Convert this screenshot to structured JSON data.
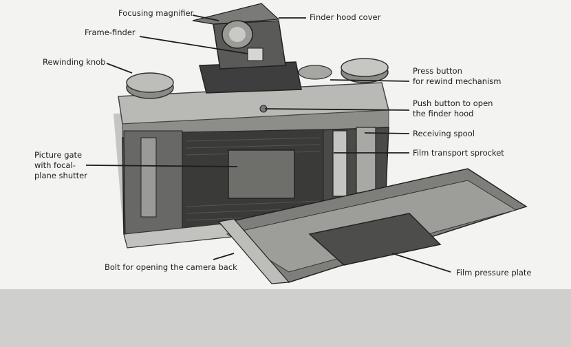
{
  "labels": {
    "focusing_magnifier": "Focusing magnifier",
    "finder_hood_cover": "Finder hood cover",
    "frame_finder": "Frame-finder",
    "rewinding_knob": "Rewinding knob",
    "press_button_rewind": [
      "Press button",
      "for rewind mechanism"
    ],
    "push_button_finder": [
      "Push button to open",
      "the finder hood"
    ],
    "receiving_spool": "Receiving spool",
    "film_transport_sprocket": "Film transport sprocket",
    "picture_gate": [
      "Picture gate",
      "with focal-",
      "plane shutter"
    ],
    "bolt_camera_back": "Bolt for opening the camera back",
    "film_pressure_plate": "Film pressure plate"
  },
  "colors": {
    "paper": "#f3f3f1",
    "band": "#cfcfcd",
    "ink": "#1d1d1d"
  }
}
